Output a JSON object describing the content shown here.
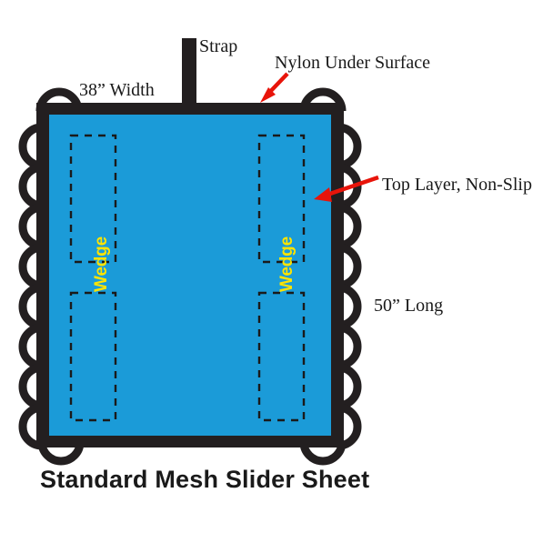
{
  "diagram": {
    "title": "Standard Mesh Slider Sheet",
    "sheet": {
      "fill_color": "#1B9BD8",
      "frame_color": "#231F20",
      "loop_count_left": 8,
      "loop_count_right": 8,
      "loop_count_top_corners": 2,
      "loop_count_bottom_corners": 2
    },
    "annotations": [
      {
        "id": "strap",
        "text": "Strap",
        "arrow": false
      },
      {
        "id": "nylon",
        "text": "Nylon Under Surface",
        "arrow": true,
        "arrow_color": "#E8140A"
      },
      {
        "id": "width",
        "text": "38” Width",
        "arrow": false
      },
      {
        "id": "toplayer",
        "text": "Top Layer, Non-Slip",
        "arrow": true,
        "arrow_color": "#E8140A"
      },
      {
        "id": "long",
        "text": "50” Long",
        "arrow": false
      }
    ],
    "wedges": [
      {
        "id": "left",
        "label": "Wedge",
        "color": "#FFE400"
      },
      {
        "id": "right",
        "label": "Wedge",
        "color": "#FFE400"
      }
    ],
    "dimensions": {
      "width_label": "38” Width",
      "length_label": "50” Long"
    }
  }
}
